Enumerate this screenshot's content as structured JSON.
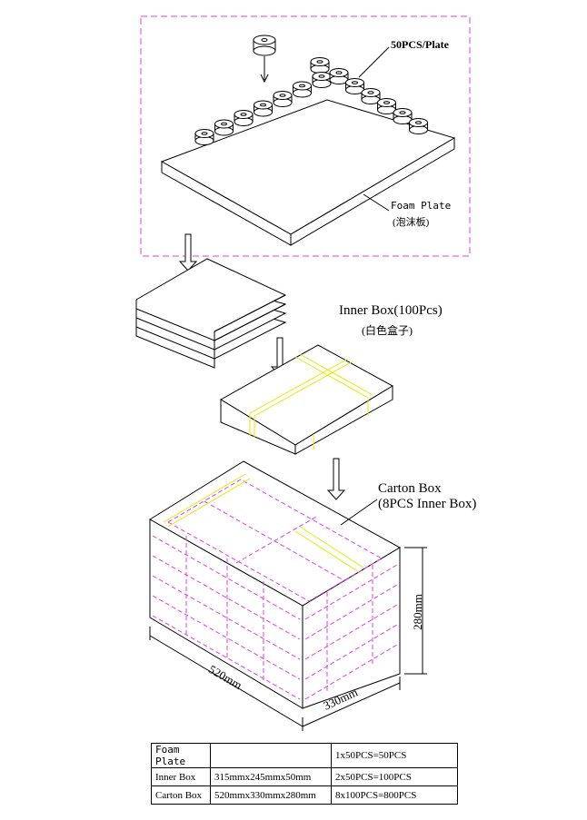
{
  "labels": {
    "per_plate": "50PCS/Plate",
    "foam_plate": "Foam Plate",
    "foam_plate_cn": "(泡沫板)",
    "inner_box": "Inner Box(100Pcs)",
    "inner_box_cn": "(白色盒子)",
    "carton_box": "Carton Box",
    "carton_box_sub": "(8PCS Inner Box)",
    "dim_height": "280mm",
    "dim_length": "520mm",
    "dim_width": "330mm"
  },
  "table": {
    "rows": [
      {
        "name": "Foam Plate",
        "size": "",
        "qty": "1x50PCS=50PCS"
      },
      {
        "name": "Inner Box",
        "size": "315mmx245mmx50mm",
        "qty": "2x50PCS=100PCS"
      },
      {
        "name": "Carton Box",
        "size": "520mmx330mmx280mm",
        "qty": "8x100PCS=800PCS"
      }
    ]
  },
  "colors": {
    "dashed": "#e040e0",
    "tape": "#e8e800"
  }
}
